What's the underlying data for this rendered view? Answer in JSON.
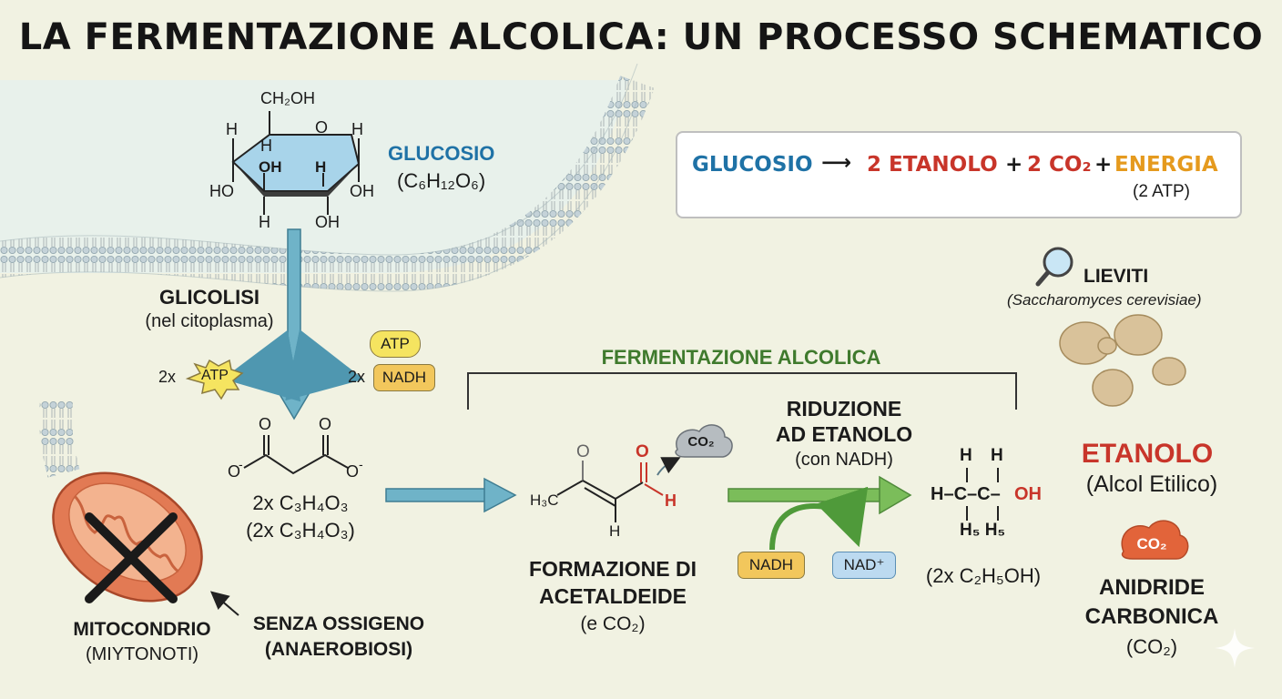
{
  "title": "LA FERMENTAZIONE ALCOLICA: UN PROCESSO SCHEMATICO",
  "glucose": {
    "name": "GLUCOSIO",
    "formula": "(C₆H₁₂O₆)",
    "atoms": {
      "ch2oh": "CH₂OH",
      "o_ring": "O",
      "h_top_left": "H",
      "h_inner_left": "H",
      "h_top_right": "H",
      "oh_inner_left": "OH",
      "h_inner_right": "H",
      "ho_left": "HO",
      "oh_right": "OH",
      "h_bottom_left": "H",
      "oh_bottom": "OH"
    }
  },
  "equation": {
    "glucose": "GLUCOSIO",
    "arrow": "⟶",
    "ethanol": "2 ETANOLO",
    "plus1": "+",
    "co2": "2 CO₂",
    "plus2": "+",
    "energy": "ENERGIA",
    "atp_note": "(2 ATP)"
  },
  "glycolysis": {
    "title": "GLICOLISI",
    "subtitle": "(nel citoplasma)",
    "atp_count": "2x",
    "atp_label": "ATP",
    "nadh_count": "2x",
    "nadh_label": "NADH",
    "atp_extra": "ATP"
  },
  "pyruvate": {
    "o_left": "O",
    "o_right": "O",
    "o_minus_left": "O",
    "o_minus_right": "O",
    "minus": "-",
    "line1": "2x C₃H₄O₃",
    "line2": "(2x C₃H₄O₃)"
  },
  "fermentation_bracket": "FERMENTAZIONE ALCOLICA",
  "acetaldehyde": {
    "h3c": "H₃C",
    "o_grey": "O",
    "o_red": "O",
    "h_red": "H",
    "h_bottom": "H",
    "co2_cloud": "CO₂",
    "title_line1": "FORMAZIONE DI",
    "title_line2": "ACETALDEIDE",
    "subtitle": "(e CO₂)"
  },
  "reduction": {
    "line1": "RIDUZIONE",
    "line2": "AD ETANOLO",
    "subtitle": "(con NADH)",
    "nadh": "NADH",
    "nad_plus": "NAD⁺"
  },
  "ethanol_struct": {
    "h_top1": "H",
    "h_top2": "H",
    "chain": "H–C–C–",
    "oh": "OH",
    "h_bottom": "H₅ H₅",
    "formula": "(2x C₂H₅OH)"
  },
  "yeast": {
    "title": "LIEVITI",
    "subtitle": "(Saccharomyces cerevisiae)"
  },
  "products": {
    "ethanol_title": "ETANOLO",
    "ethanol_subtitle": "(Alcol Etilico)",
    "co2_badge": "CO₂",
    "co2_line1": "ANIDRIDE",
    "co2_line2": "CARBONICA",
    "co2_formula": "(CO₂)"
  },
  "mitochondrion": {
    "title": "MITOCONDRIO",
    "subtitle": "(MIYTONOTI)",
    "oxygen_line1": "SENZA OSSIGENO",
    "oxygen_line2": "(ANAEROBIOSI)"
  },
  "colors": {
    "background": "#f1f2e2",
    "glucose_blue": "#1f72a6",
    "ethanol_red": "#c8352a",
    "energy_orange": "#e59a1e",
    "fermentation_green": "#3f7a2d",
    "arrow_teal": "#6fb3c8",
    "arrow_green": "#7bbd5a"
  }
}
